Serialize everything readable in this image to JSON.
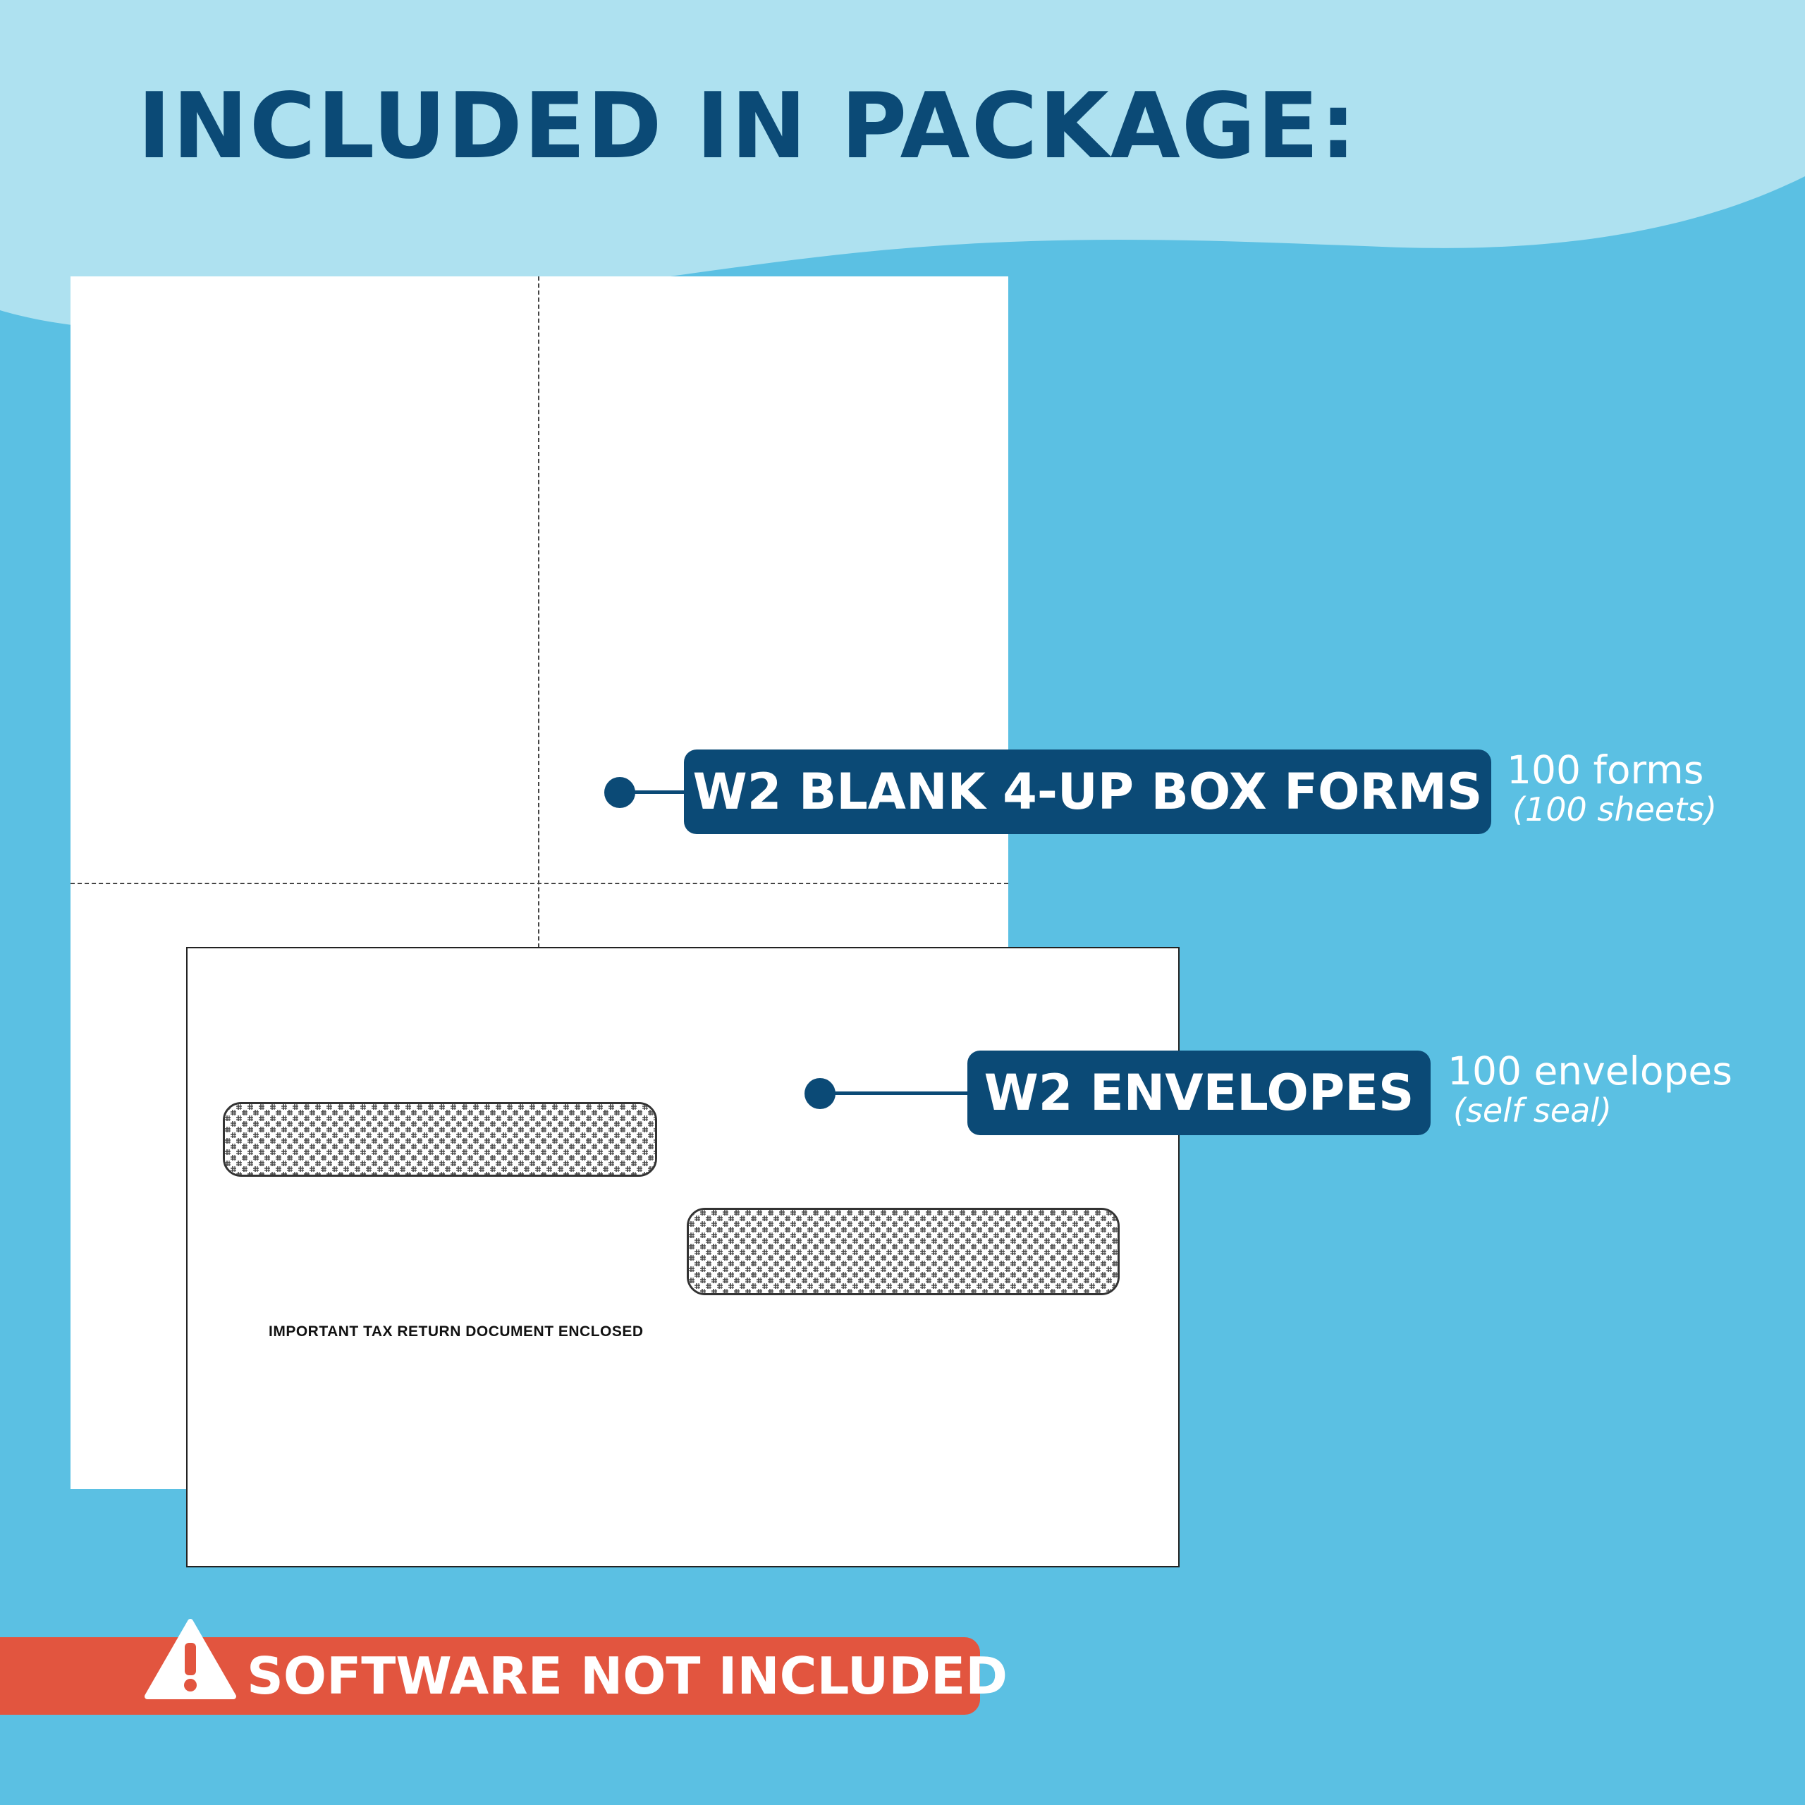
{
  "heading": "INCLUDED IN PACKAGE:",
  "items": [
    {
      "label": "W2 BLANK 4-UP BOX FORMS",
      "quantity": "100 forms",
      "detail": "(100 sheets)"
    },
    {
      "label": "W2 ENVELOPES",
      "quantity": "100 envelopes",
      "detail": "(self seal)"
    }
  ],
  "envelope_text": "IMPORTANT TAX RETURN DOCUMENT ENCLOSED",
  "warning": {
    "text": "SOFTWARE NOT INCLUDED",
    "icon": "warning-triangle-icon"
  },
  "colors": {
    "background": "#5bc0e3",
    "wave": "#aee1f0",
    "navy": "#0b4a76",
    "warning": "#e2553f",
    "white": "#ffffff"
  }
}
